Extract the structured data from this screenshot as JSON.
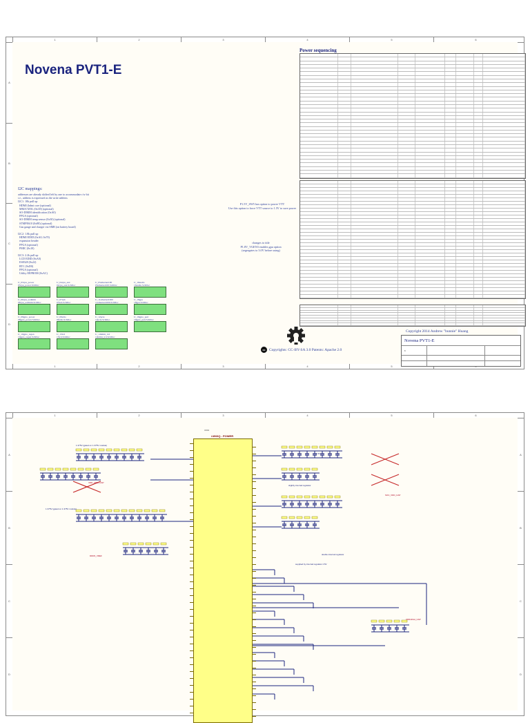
{
  "sheet1": {
    "title": "Novena PVT1-E",
    "ruler_cols": [
      "1",
      "2",
      "3",
      "4",
      "5",
      "6"
    ],
    "ruler_rows": [
      "A",
      "B",
      "C",
      "D"
    ],
    "i2c_heading": "I2C mappings:",
    "i2c_lines": [
      "addresses are already shifted left by one to accommodate r/w bit",
      "i.e., address is expressed as the write address",
      "I2C1: 10k pull up",
      "  HDMI (hdmi core (optional)",
      "  MMA7455L (0x1D) (optional)",
      "  SO-DIMM identification (0xA0)",
      "  FPGA (optional)",
      "  SO-DIMM temp sensor (0x30) (optional)",
      "  STMPE610 (0x88) (optional)",
      "  Gas gauge and charger via SMB (on battery board)",
      "",
      "I2C2: 1.8k pull up",
      "  HDMI EDID (0xA0, 0x70)",
      "  expansion header",
      "  FPGA (optional)",
      "  PMIC (0x10)",
      "",
      "I2C3: 2.2k pull up",
      "  LCD EDID (0xA0)",
      "  ES8328 (0x22)",
      "  RTC (0xD0)",
      "  FPGA (optional)",
      "  Utility EEPROM (0xAC)"
    ],
    "p1_lines": [
      "P1.5V_SW5 has option to power VTT",
      "Use this option to force VTT source to 1.5V to save power"
    ],
    "p2_lines": [
      "changes to title",
      "",
      "P1.8V_VGEN3 enables gpu option",
      "(segregates to 3.0V before using)"
    ],
    "sheets": [
      {
        "label": "U_03cpu_power",
        "file": "03cpu_power.SchDoc"
      },
      {
        "label": "U_04cpu_aux",
        "file": "04cpu_aux.SchDoc"
      },
      {
        "label": "U_05ethernet100",
        "file": "05ethernet100.SchDoc"
      },
      {
        "label": "U_16audio",
        "file": "16audio.SchDoc"
      },
      {
        "label": "U_06cpu_sodimm",
        "file": "06cpu_sodimm.SchDoc"
      },
      {
        "label": "U_07usb",
        "file": "07usb.SchDoc"
      },
      {
        "label": "U_11ethernet1000",
        "file": "11ethernet1000.SchDoc"
      },
      {
        "label": "U_18gpu",
        "file": "18gpu.SchDoc"
      },
      {
        "label": "U_08gpio_power",
        "file": "08gpio_power.SchDoc"
      },
      {
        "label": "U_09sdio",
        "file": "09sdio.SchDoc"
      },
      {
        "label": "U_12pcie",
        "file": "12pcie.SchDoc"
      },
      {
        "label": "U_19gpio_peri",
        "file": "19gpio_peri.SchDoc"
      },
      {
        "label": "U_10gpio_regen",
        "file": "10gpio_regen.SchDoc"
      },
      {
        "label": "U_13lcd",
        "file": "13lcd.SchDoc"
      },
      {
        "label": "U_14hdmi_lcd",
        "file": "14hdmi_lcd.SchDoc"
      }
    ],
    "power_title": "Power sequencing",
    "copyright": "Copyright 2014 Andrew \"bunnie\" Huang",
    "titleblock_title": "Novena PVT1-E",
    "titleblock_size": "B",
    "license": "Copyrights: CC-BY-SA 3.0  Patents: Apache 2.0",
    "cc_badge": "cc"
  },
  "sheet2": {
    "ic_title": "i.MX6Q - POWER",
    "ic_ref": "U901",
    "notes_blue": [
      "1.375V (gated on 1.375V module)",
      "1.375V (gated on 1.375V module)",
      "slightly internal regulator",
      "double internal regulator",
      "supplied by internal regulator 2.5V",
      "1.5V"
    ],
    "notes_red": [
      "SOC_VDD_CAP",
      "VDD_ARM_CAP",
      "DDR3_VREF",
      "VDDHIGH_CAP"
    ],
    "ruler_cols": [
      "1",
      "2",
      "3",
      "4",
      "5",
      "6"
    ],
    "ruler_rows": [
      "A",
      "B",
      "C",
      "D"
    ]
  },
  "colors": {
    "sheet_bg": "#fffdf6",
    "ink_blue": "#2a3d9a",
    "sheet_box": "#7fe07f",
    "ic_fill": "#ffff88",
    "wire": "#1a237e"
  }
}
